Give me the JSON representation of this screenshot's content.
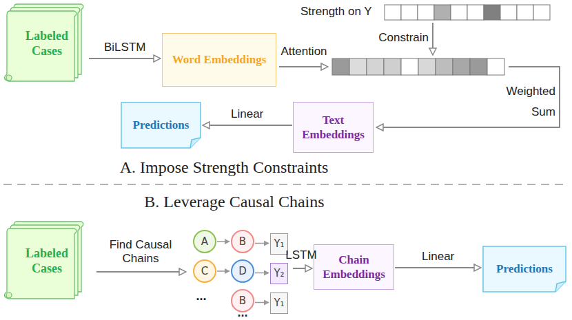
{
  "diagram": {
    "nodes": [
      {
        "text": [
          "Labeled Cases"
        ]
      },
      {
        "text": [
          "Word Embeddings"
        ]
      },
      {
        "text": [
          "Predictions"
        ]
      },
      {
        "text": [
          "Text Embeddings"
        ]
      },
      {
        "text": [
          "Labeled Cases"
        ]
      },
      {
        "text": [
          "A"
        ]
      },
      {
        "text": [
          "B"
        ]
      },
      {
        "text": [
          "Y₁"
        ]
      },
      {
        "text": [
          "C"
        ]
      },
      {
        "text": [
          "D"
        ]
      },
      {
        "text": [
          "Y₂"
        ]
      },
      {
        "text": [
          "B"
        ]
      },
      {
        "text": [
          "Y₁"
        ]
      },
      {
        "text": [
          "Chain Embeddings"
        ]
      },
      {
        "text": [
          "Predictions"
        ]
      }
    ],
    "edges": [
      {
        "from": 0,
        "to": 1,
        "label": "BiLSTM",
        "arrow": "to"
      },
      {
        "from": 3,
        "to": 2,
        "label": "Linear",
        "arrow": "to"
      },
      {
        "from": 5,
        "to": 6,
        "arrow": "to"
      },
      {
        "from": 6,
        "to": 7,
        "arrow": "to"
      },
      {
        "from": 8,
        "to": 9,
        "arrow": "to"
      },
      {
        "from": 9,
        "to": 10,
        "arrow": "to"
      },
      {
        "from": 11,
        "to": 12,
        "arrow": "to"
      },
      {
        "from": 13,
        "to": 14,
        "label": "Linear",
        "arrow": "to"
      }
    ],
    "labels": [
      "Strength on Y",
      "Constrain",
      "Attention",
      "Weighted Sum",
      "A. Impose Strength Constraints",
      "B. Leverage Causal Chains",
      "Find Causal Chains",
      "LSTM",
      "...",
      "..."
    ]
  }
}
